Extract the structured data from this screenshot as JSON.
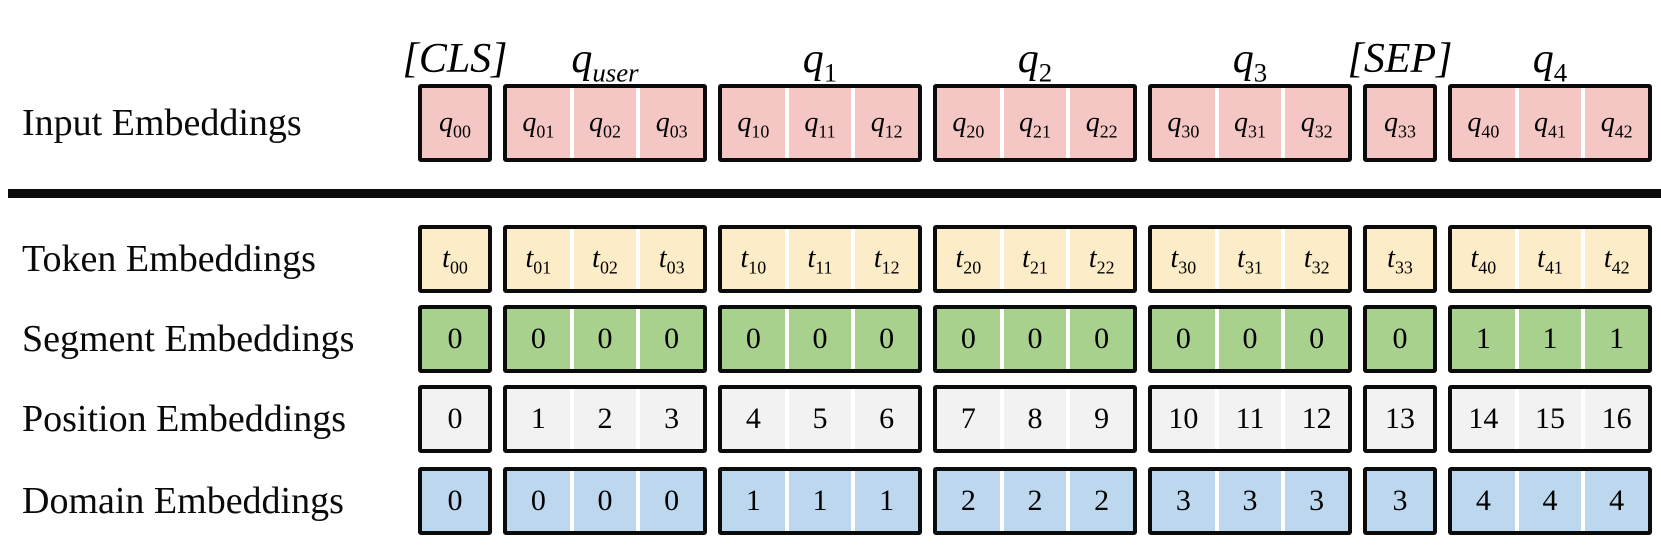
{
  "figure_title": "",
  "colors": {
    "input_fill": "#f4c7c5",
    "token_fill": "#fdecc8",
    "segment_fill": "#a9d18e",
    "position_fill": "#f2f2f2",
    "domain_fill": "#bdd7ee",
    "border": "#0b0b0b",
    "divider": "#ffffff",
    "separator": "#0c0c0c"
  },
  "groups": [
    {
      "name": "cls",
      "size": 1,
      "header": {
        "text": "[CLS]"
      }
    },
    {
      "name": "q-user",
      "size": 3,
      "header": {
        "base": "q",
        "sub": "user"
      }
    },
    {
      "name": "q1",
      "size": 3,
      "header": {
        "base": "q",
        "sub": "1"
      }
    },
    {
      "name": "q2",
      "size": 3,
      "header": {
        "base": "q",
        "sub": "2"
      }
    },
    {
      "name": "q3",
      "size": 3,
      "header": {
        "base": "q",
        "sub": "3"
      }
    },
    {
      "name": "sep",
      "size": 1,
      "header": {
        "text": "[SEP]"
      }
    },
    {
      "name": "q4",
      "size": 3,
      "header": {
        "base": "q",
        "sub": "4"
      }
    }
  ],
  "rows": [
    {
      "name": "input-embeddings",
      "label": "Input Embeddings",
      "fill": "#f4c7c5",
      "tall": true,
      "cells": [
        [
          {
            "base": "q",
            "sub": "00"
          }
        ],
        [
          {
            "base": "q",
            "sub": "01"
          },
          {
            "base": "q",
            "sub": "02"
          },
          {
            "base": "q",
            "sub": "03"
          }
        ],
        [
          {
            "base": "q",
            "sub": "10"
          },
          {
            "base": "q",
            "sub": "11"
          },
          {
            "base": "q",
            "sub": "12"
          }
        ],
        [
          {
            "base": "q",
            "sub": "20"
          },
          {
            "base": "q",
            "sub": "21"
          },
          {
            "base": "q",
            "sub": "22"
          }
        ],
        [
          {
            "base": "q",
            "sub": "30"
          },
          {
            "base": "q",
            "sub": "31"
          },
          {
            "base": "q",
            "sub": "32"
          }
        ],
        [
          {
            "base": "q",
            "sub": "33"
          }
        ],
        [
          {
            "base": "q",
            "sub": "40"
          },
          {
            "base": "q",
            "sub": "41"
          },
          {
            "base": "q",
            "sub": "42"
          }
        ]
      ]
    },
    {
      "name": "token-embeddings",
      "label": "Token Embeddings",
      "fill": "#fdecc8",
      "tall": false,
      "cells": [
        [
          {
            "base": "t",
            "sub": "00"
          }
        ],
        [
          {
            "base": "t",
            "sub": "01"
          },
          {
            "base": "t",
            "sub": "02"
          },
          {
            "base": "t",
            "sub": "03"
          }
        ],
        [
          {
            "base": "t",
            "sub": "10"
          },
          {
            "base": "t",
            "sub": "11"
          },
          {
            "base": "t",
            "sub": "12"
          }
        ],
        [
          {
            "base": "t",
            "sub": "20"
          },
          {
            "base": "t",
            "sub": "21"
          },
          {
            "base": "t",
            "sub": "22"
          }
        ],
        [
          {
            "base": "t",
            "sub": "30"
          },
          {
            "base": "t",
            "sub": "31"
          },
          {
            "base": "t",
            "sub": "32"
          }
        ],
        [
          {
            "base": "t",
            "sub": "33"
          }
        ],
        [
          {
            "base": "t",
            "sub": "40"
          },
          {
            "base": "t",
            "sub": "41"
          },
          {
            "base": "t",
            "sub": "42"
          }
        ]
      ]
    },
    {
      "name": "segment-embeddings",
      "label": "Segment Embeddings",
      "fill": "#a9d18e",
      "tall": false,
      "cells": [
        [
          {
            "text": "0"
          }
        ],
        [
          {
            "text": "0"
          },
          {
            "text": "0"
          },
          {
            "text": "0"
          }
        ],
        [
          {
            "text": "0"
          },
          {
            "text": "0"
          },
          {
            "text": "0"
          }
        ],
        [
          {
            "text": "0"
          },
          {
            "text": "0"
          },
          {
            "text": "0"
          }
        ],
        [
          {
            "text": "0"
          },
          {
            "text": "0"
          },
          {
            "text": "0"
          }
        ],
        [
          {
            "text": "0"
          }
        ],
        [
          {
            "text": "1"
          },
          {
            "text": "1"
          },
          {
            "text": "1"
          }
        ]
      ]
    },
    {
      "name": "position-embeddings",
      "label": "Position Embeddings",
      "fill": "#f2f2f2",
      "tall": false,
      "cells": [
        [
          {
            "text": "0"
          }
        ],
        [
          {
            "text": "1"
          },
          {
            "text": "2"
          },
          {
            "text": "3"
          }
        ],
        [
          {
            "text": "4"
          },
          {
            "text": "5"
          },
          {
            "text": "6"
          }
        ],
        [
          {
            "text": "7"
          },
          {
            "text": "8"
          },
          {
            "text": "9"
          }
        ],
        [
          {
            "text": "10"
          },
          {
            "text": "11"
          },
          {
            "text": "12"
          }
        ],
        [
          {
            "text": "13"
          }
        ],
        [
          {
            "text": "14"
          },
          {
            "text": "15"
          },
          {
            "text": "16"
          }
        ]
      ]
    },
    {
      "name": "domain-embeddings",
      "label": "Domain Embeddings",
      "fill": "#bdd7ee",
      "tall": false,
      "cells": [
        [
          {
            "text": "0"
          }
        ],
        [
          {
            "text": "0"
          },
          {
            "text": "0"
          },
          {
            "text": "0"
          }
        ],
        [
          {
            "text": "1"
          },
          {
            "text": "1"
          },
          {
            "text": "1"
          }
        ],
        [
          {
            "text": "2"
          },
          {
            "text": "2"
          },
          {
            "text": "2"
          }
        ],
        [
          {
            "text": "3"
          },
          {
            "text": "3"
          },
          {
            "text": "3"
          }
        ],
        [
          {
            "text": "3"
          }
        ],
        [
          {
            "text": "4"
          },
          {
            "text": "4"
          },
          {
            "text": "4"
          }
        ]
      ]
    }
  ]
}
